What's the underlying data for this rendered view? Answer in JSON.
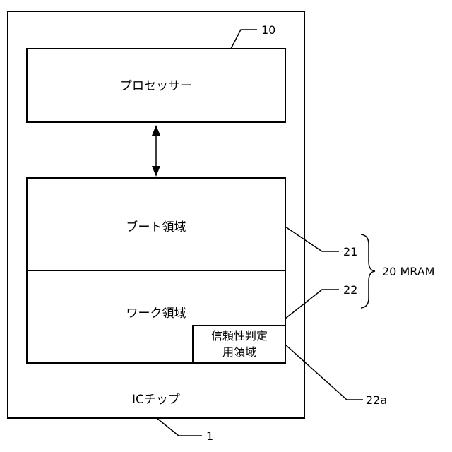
{
  "chip": {
    "label": "ICチップ",
    "ref": "1"
  },
  "processor": {
    "label": "プロセッサー",
    "ref": "10"
  },
  "mram": {
    "ref_label": "20 MRAM",
    "boot_area": {
      "label": "ブート領域",
      "ref": "21"
    },
    "work_area": {
      "label": "ワーク領域",
      "ref": "22"
    },
    "reliability_area": {
      "label_line1": "信頼性判定",
      "label_line2": "用領域",
      "ref": "22a"
    }
  },
  "colors": {
    "line": "#000000",
    "background": "#ffffff"
  }
}
